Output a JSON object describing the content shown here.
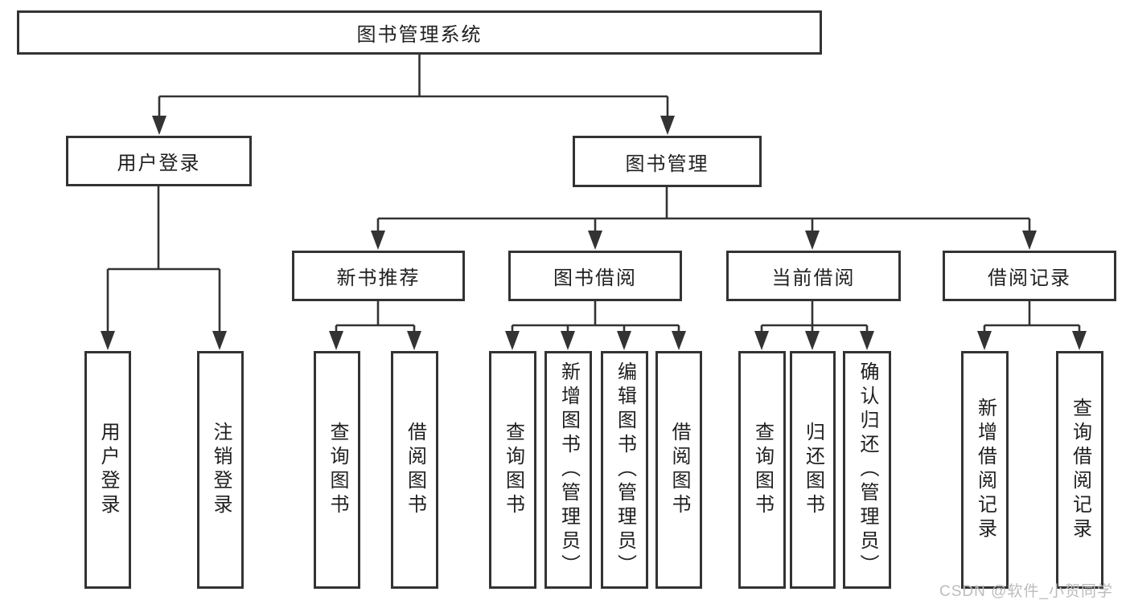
{
  "tree": {
    "label": "图书管理系统",
    "children": [
      {
        "label": "用户登录",
        "children": [
          {
            "label": "用户登录"
          },
          {
            "label": "注销登录"
          }
        ]
      },
      {
        "label": "图书管理",
        "children": [
          {
            "label": "新书推荐",
            "children": [
              {
                "label": "查询图书"
              },
              {
                "label": "借阅图书"
              }
            ]
          },
          {
            "label": "图书借阅",
            "children": [
              {
                "label": "查询图书"
              },
              {
                "label": "新增图书（管理员）"
              },
              {
                "label": "编辑图书（管理员）"
              },
              {
                "label": "借阅图书"
              }
            ]
          },
          {
            "label": "当前借阅",
            "children": [
              {
                "label": "查询图书"
              },
              {
                "label": "归还图书"
              },
              {
                "label": "确认归还（管理员）"
              }
            ]
          },
          {
            "label": "借阅记录",
            "children": [
              {
                "label": "新增借阅记录"
              },
              {
                "label": "查询借阅记录"
              }
            ]
          }
        ]
      }
    ]
  },
  "watermark": "CSDN @软件_小贺同学",
  "colors": {
    "line": "#333333",
    "text": "#1f1f1f",
    "watermark": "#bcbcbc",
    "background": "#ffffff"
  }
}
